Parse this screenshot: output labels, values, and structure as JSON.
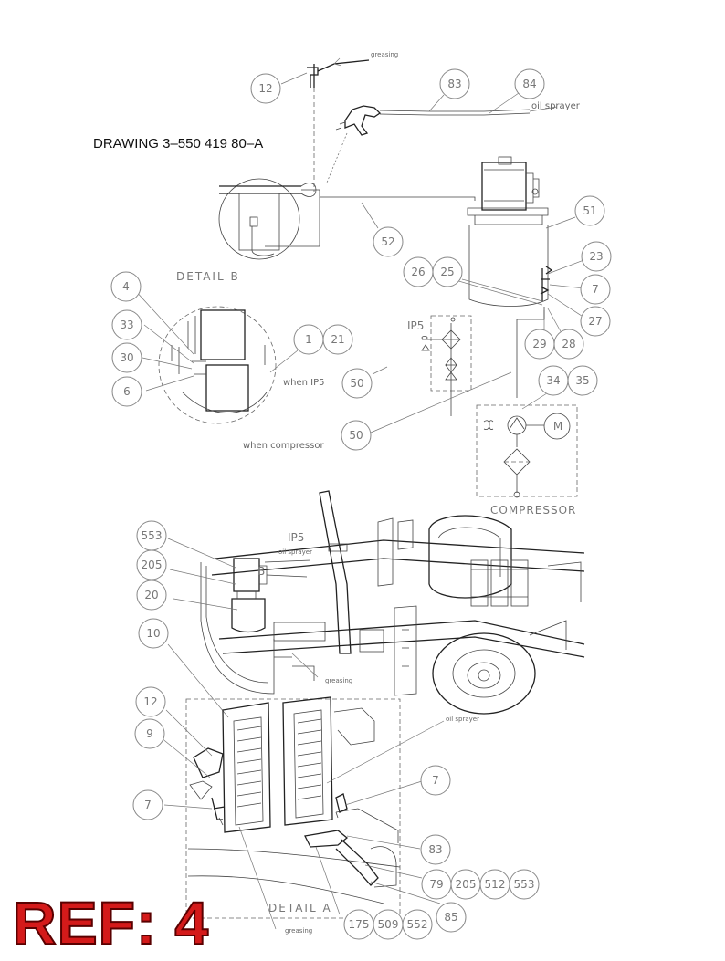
{
  "drawing_title": "DRAWING  3–550 419 80–A",
  "ref_label": "REF: 4",
  "labels": {
    "greasing_top": "greasing",
    "oil_sprayer_top": "oil sprayer",
    "detail_b": "DETAIL B",
    "when_ip5": "when IP5",
    "when_compressor": "when compressor",
    "ip5_schematic": "IP5",
    "compressor": "COMPRESSOR",
    "ip5_truck": "IP5",
    "oil_sprayer_truck": "oil sprayer",
    "greasing_truck": "greasing",
    "oil_sprayer_reel": "oil sprayer",
    "detail_a": "DETAIL A",
    "greasing_bottom": "greasing",
    "motor": "M"
  },
  "callouts": [
    {
      "id": "c12a",
      "text": "12"
    },
    {
      "id": "c83a",
      "text": "83"
    },
    {
      "id": "c84",
      "text": "84"
    },
    {
      "id": "c51",
      "text": "51"
    },
    {
      "id": "c52",
      "text": "52"
    },
    {
      "id": "c23",
      "text": "23"
    },
    {
      "id": "c26",
      "text": "26"
    },
    {
      "id": "c25",
      "text": "25"
    },
    {
      "id": "c7a",
      "text": "7"
    },
    {
      "id": "c27",
      "text": "27"
    },
    {
      "id": "c29",
      "text": "29"
    },
    {
      "id": "c28",
      "text": "28"
    },
    {
      "id": "c4",
      "text": "4"
    },
    {
      "id": "c33",
      "text": "33"
    },
    {
      "id": "c30",
      "text": "30"
    },
    {
      "id": "c6",
      "text": "6"
    },
    {
      "id": "c1",
      "text": "1"
    },
    {
      "id": "c21",
      "text": "21"
    },
    {
      "id": "c50a",
      "text": "50"
    },
    {
      "id": "c34",
      "text": "34"
    },
    {
      "id": "c35",
      "text": "35"
    },
    {
      "id": "c50b",
      "text": "50"
    },
    {
      "id": "c553a",
      "text": "553"
    },
    {
      "id": "c205a",
      "text": "205"
    },
    {
      "id": "c20",
      "text": "20"
    },
    {
      "id": "c10",
      "text": "10"
    },
    {
      "id": "c12b",
      "text": "12"
    },
    {
      "id": "c9",
      "text": "9"
    },
    {
      "id": "c7b",
      "text": "7"
    },
    {
      "id": "c7c",
      "text": "7"
    },
    {
      "id": "c83b",
      "text": "83"
    },
    {
      "id": "c79",
      "text": "79"
    },
    {
      "id": "c205b",
      "text": "205"
    },
    {
      "id": "c512",
      "text": "512"
    },
    {
      "id": "c553b",
      "text": "553"
    },
    {
      "id": "c175",
      "text": "175"
    },
    {
      "id": "c509",
      "text": "509"
    },
    {
      "id": "c552",
      "text": "552"
    },
    {
      "id": "c85",
      "text": "85"
    }
  ]
}
